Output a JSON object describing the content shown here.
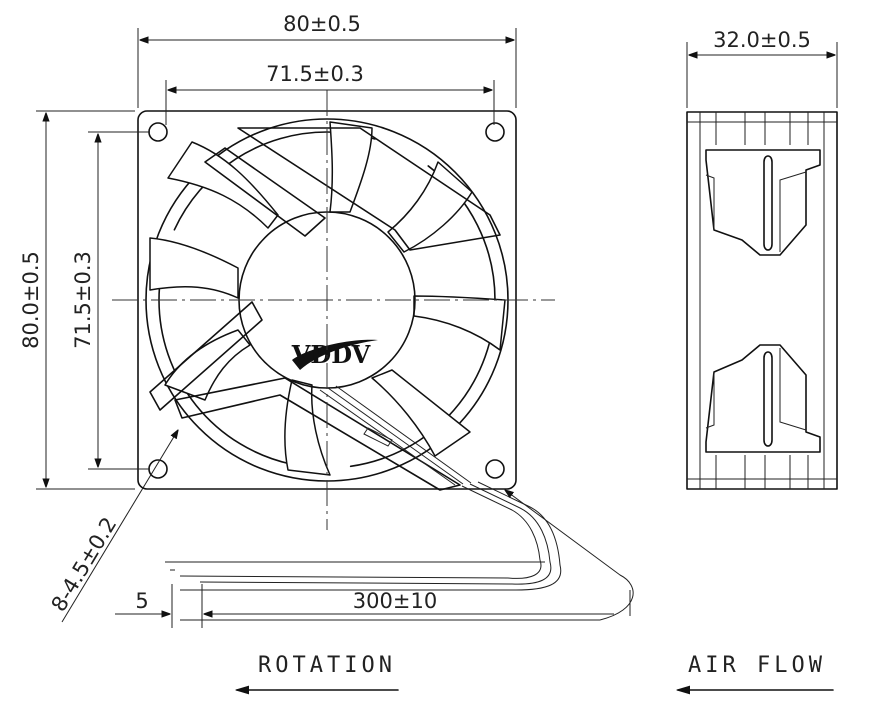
{
  "dimensions": {
    "front_width_outer": "80±0.5",
    "front_width_holes": "71.5±0.3",
    "front_height_outer": "80.0±0.5",
    "front_height_holes": "71.5±0.3",
    "side_depth": "32.0±0.5",
    "mount_holes": "8-4.5±0.2",
    "lead_strip": "5",
    "lead_length": "300±10"
  },
  "labels": {
    "rotation": "ROTATION",
    "air_flow": "AIR FLOW"
  },
  "logo": "VDDV"
}
